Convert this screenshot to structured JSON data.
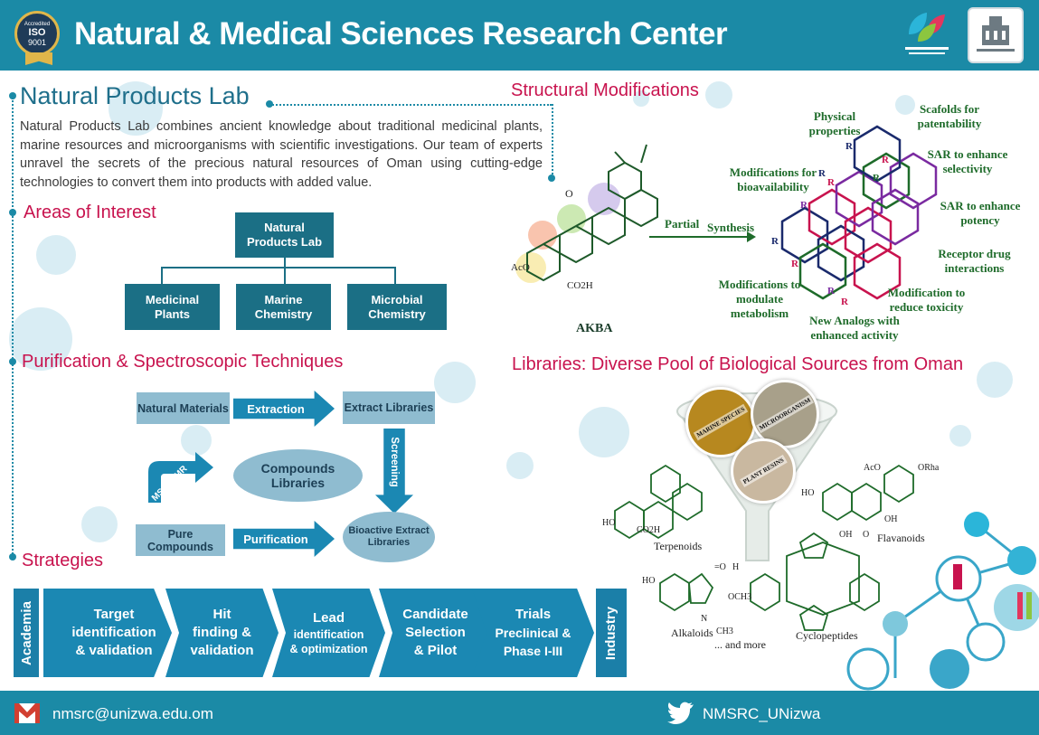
{
  "header": {
    "title": "Natural & Medical Sciences Research Center",
    "iso_badge": {
      "top": "Accredited",
      "main": "ISO",
      "sub": "9001"
    }
  },
  "lab": {
    "title": "Natural Products Lab",
    "description": "Natural Products Lab combines ancient knowledge about traditional medicinal plants, marine resources and microorganisms with scientific investigations. Our team of experts unravel the secrets of the precious natural resources of Oman using cutting-edge technologies to convert them into products with added value."
  },
  "areas": {
    "title": "Areas of Interest",
    "root": "Natural Products Lab",
    "children": [
      "Medicinal Plants",
      "Marine Chemistry",
      "Microbial Chemistry"
    ]
  },
  "purification": {
    "title": "Purification & Spectroscopic Techniques",
    "natural_materials": "Natural Materials",
    "extraction": "Extraction",
    "extract_libraries": "Extract Libraries",
    "screening": "Screening",
    "ms_nmr": "MS & NMR",
    "compounds_libraries": "Compounds Libraries",
    "pure_compounds": "Pure Compounds",
    "purification": "Purification",
    "bioactive": "Bioactive Extract Libraries"
  },
  "strategies": {
    "title": "Strategies",
    "left": "Academia",
    "right": "Industry",
    "steps": [
      {
        "l1": "Target",
        "l2": "identification",
        "l3": "& validation"
      },
      {
        "l1": "Hit",
        "l2": "finding &",
        "l3": "validation"
      },
      {
        "l1": "Lead",
        "l2": "identification",
        "l3": "& optimization"
      },
      {
        "l1": "Candidate",
        "l2": "Selection",
        "l3": "& Pilot"
      },
      {
        "l1": "Trials",
        "l2": "Preclinical &",
        "l3": "Phase I-III"
      }
    ]
  },
  "structural": {
    "title": "Structural Modifications",
    "akba": "AKBA",
    "partial": "Partial",
    "synthesis": "Synthesis",
    "acoh": "AcO",
    "co2h": "CO2H",
    "labels": {
      "physical": "Physical properties",
      "scaffolds": "Scafolds for patentability",
      "sar_selectivity": "SAR to enhance selectivity",
      "sar_potency": "SAR to enhance potency",
      "receptor": "Receptor drug interactions",
      "toxicity": "Modification to reduce toxicity",
      "new_analogs": "New Analogs with enhanced activity",
      "metabolism": "Modifications to modulate metabolism",
      "bioavailability": "Modifications for bioavailability"
    }
  },
  "libraries": {
    "title": "Libraries: Diverse Pool of Biological Sources from Oman",
    "sources": [
      "MARINE SPECIES",
      "MICROORGANISM",
      "PLANT RESINS"
    ],
    "compounds": [
      "Terpenoids",
      "Flavanoids",
      "Alkaloids",
      "Cyclopeptides",
      "... and more"
    ]
  },
  "footer": {
    "email": "nmsrc@unizwa.edu.om",
    "twitter": "NMSRC_UNizwa"
  },
  "colors": {
    "primary": "#1b8aa6",
    "accent": "#c8134e",
    "box": "#1b6f85",
    "light_box": "#8fbcd0",
    "chevron": "#1b88b3",
    "chem_green": "#1e6b2a"
  }
}
